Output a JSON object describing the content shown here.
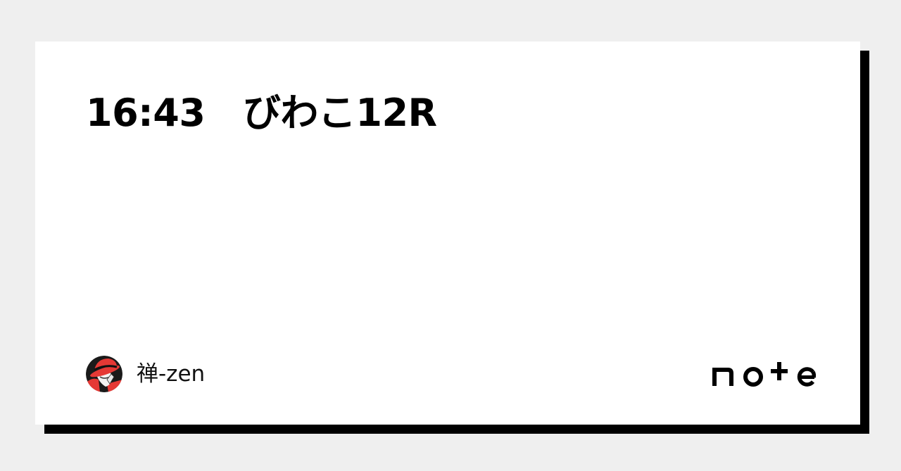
{
  "card": {
    "title": "16:43　びわこ12R",
    "background": "#ffffff",
    "shadow_color": "#000000"
  },
  "page": {
    "background": "#efefef"
  },
  "author": {
    "name": "禅-zen",
    "avatar_icon": "avatar-red-hat-portrait"
  },
  "brand": {
    "logo_text": "note",
    "logo_icon": "note-logo"
  }
}
